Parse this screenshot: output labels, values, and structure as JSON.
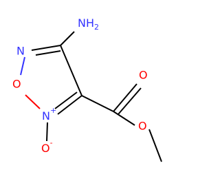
{
  "molecule": {
    "colors": {
      "bond": "#000000",
      "nitrogen": "#3333ff",
      "oxygen": "#ff0000"
    },
    "labels": {
      "amino_main": "NH",
      "amino_sub": "2",
      "ring_nitrogen": "N",
      "ring_oxygen": "O",
      "n_oxide_nitrogen": "N",
      "n_oxide_charge": "+",
      "n_oxide_oxygen": "O",
      "n_oxide_oxygen_charge": "-",
      "carbonyl_oxygen": "O",
      "ester_oxygen": "O"
    }
  }
}
